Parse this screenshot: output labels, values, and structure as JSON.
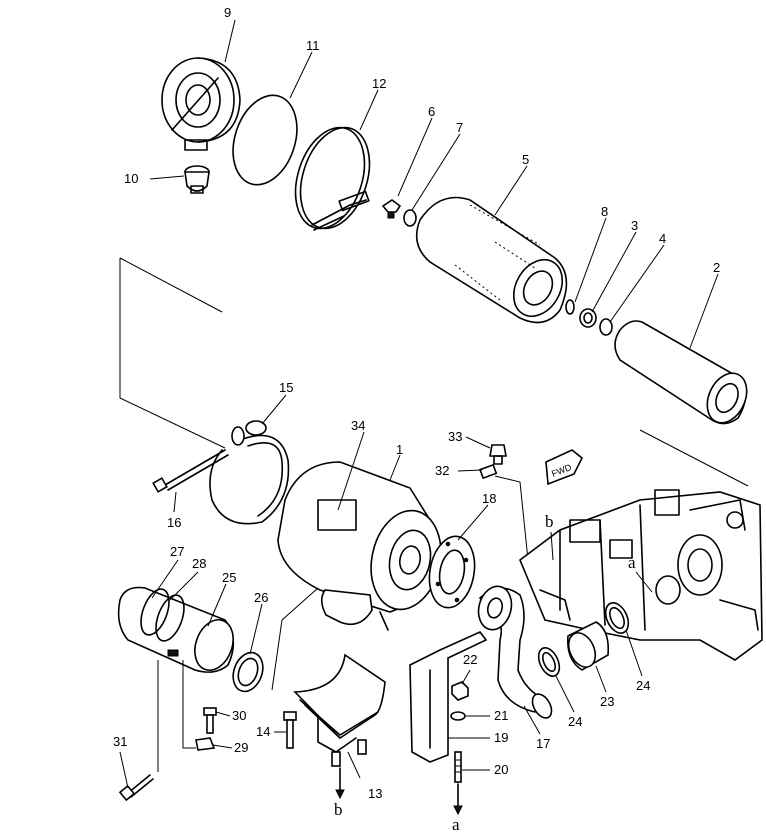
{
  "callouts": {
    "p1": "1",
    "p2": "2",
    "p3": "3",
    "p4": "4",
    "p5": "5",
    "p6": "6",
    "p7": "7",
    "p8": "8",
    "p9": "9",
    "p10": "10",
    "p11": "11",
    "p12": "12",
    "p13": "13",
    "p14": "14",
    "p15": "15",
    "p16": "16",
    "p17": "17",
    "p18": "18",
    "p19": "19",
    "p20": "20",
    "p21": "21",
    "p22": "22",
    "p23": "23",
    "p24a": "24",
    "p24b": "24",
    "p25": "25",
    "p26": "26",
    "p27": "27",
    "p28": "28",
    "p29": "29",
    "p30": "30",
    "p31": "31",
    "p32": "32",
    "p33": "33",
    "p34": "34"
  },
  "refs": {
    "a_engine": "a",
    "b_engine": "b",
    "a_bottom": "a",
    "b_bottom": "b"
  },
  "fwd_tag": "FWD"
}
